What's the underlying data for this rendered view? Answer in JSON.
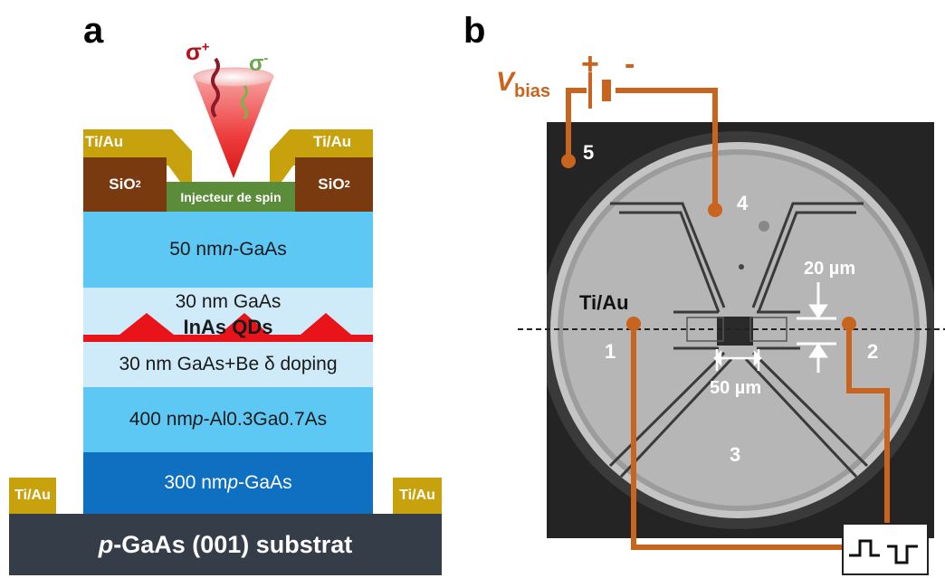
{
  "panel_a": {
    "letter": "a",
    "sigma_plus": "σ",
    "sigma_plus_sup": "+",
    "sigma_minus": "σ",
    "sigma_minus_sup": "-",
    "contact_left": "Ti/Au",
    "contact_right": "Ti/Au",
    "sio2_left": "SiO",
    "sio2_right": "SiO",
    "sio2_sub": "2",
    "spin_injector": "Injecteur de spin",
    "layers": {
      "ngaas_pre": "50 nm ",
      "ngaas_it": "n",
      "ngaas_post": "-GaAs",
      "gaas30": "30 nm GaAs",
      "qds": "InAs QDs",
      "doping": "30 nm GaAs+Be δ doping",
      "algaas_pre": "400 nm ",
      "algaas_it": "p",
      "algaas_post": "-Al0.3Ga0.7As",
      "pgaas_pre": "300 nm ",
      "pgaas_it": "p",
      "pgaas_post": "-GaAs"
    },
    "bottom_contact_left": "Ti/Au",
    "bottom_contact_right": "Ti/Au",
    "substrate_it": "p",
    "substrate_post": "-GaAs (001) substrat",
    "colors": {
      "gold": "#c8a20c",
      "sio2": "#7a3a10",
      "injector": "#5a8c3a",
      "light_blue": "#5ec8f5",
      "pale_blue": "#cfeaf8",
      "dark_blue": "#0f6fc0",
      "substrate": "#353d49",
      "qd_red": "#e8141a"
    }
  },
  "panel_b": {
    "letter": "b",
    "vbias_v": "V",
    "vbias_sub": "bias",
    "plus": "+",
    "minus": "-",
    "electrodes": [
      "1",
      "2",
      "3",
      "4",
      "5"
    ],
    "tiau_label": "Ti/Au",
    "gap_label": "20 µm",
    "width_label": "50 µm",
    "wire_color": "#c8641e"
  }
}
